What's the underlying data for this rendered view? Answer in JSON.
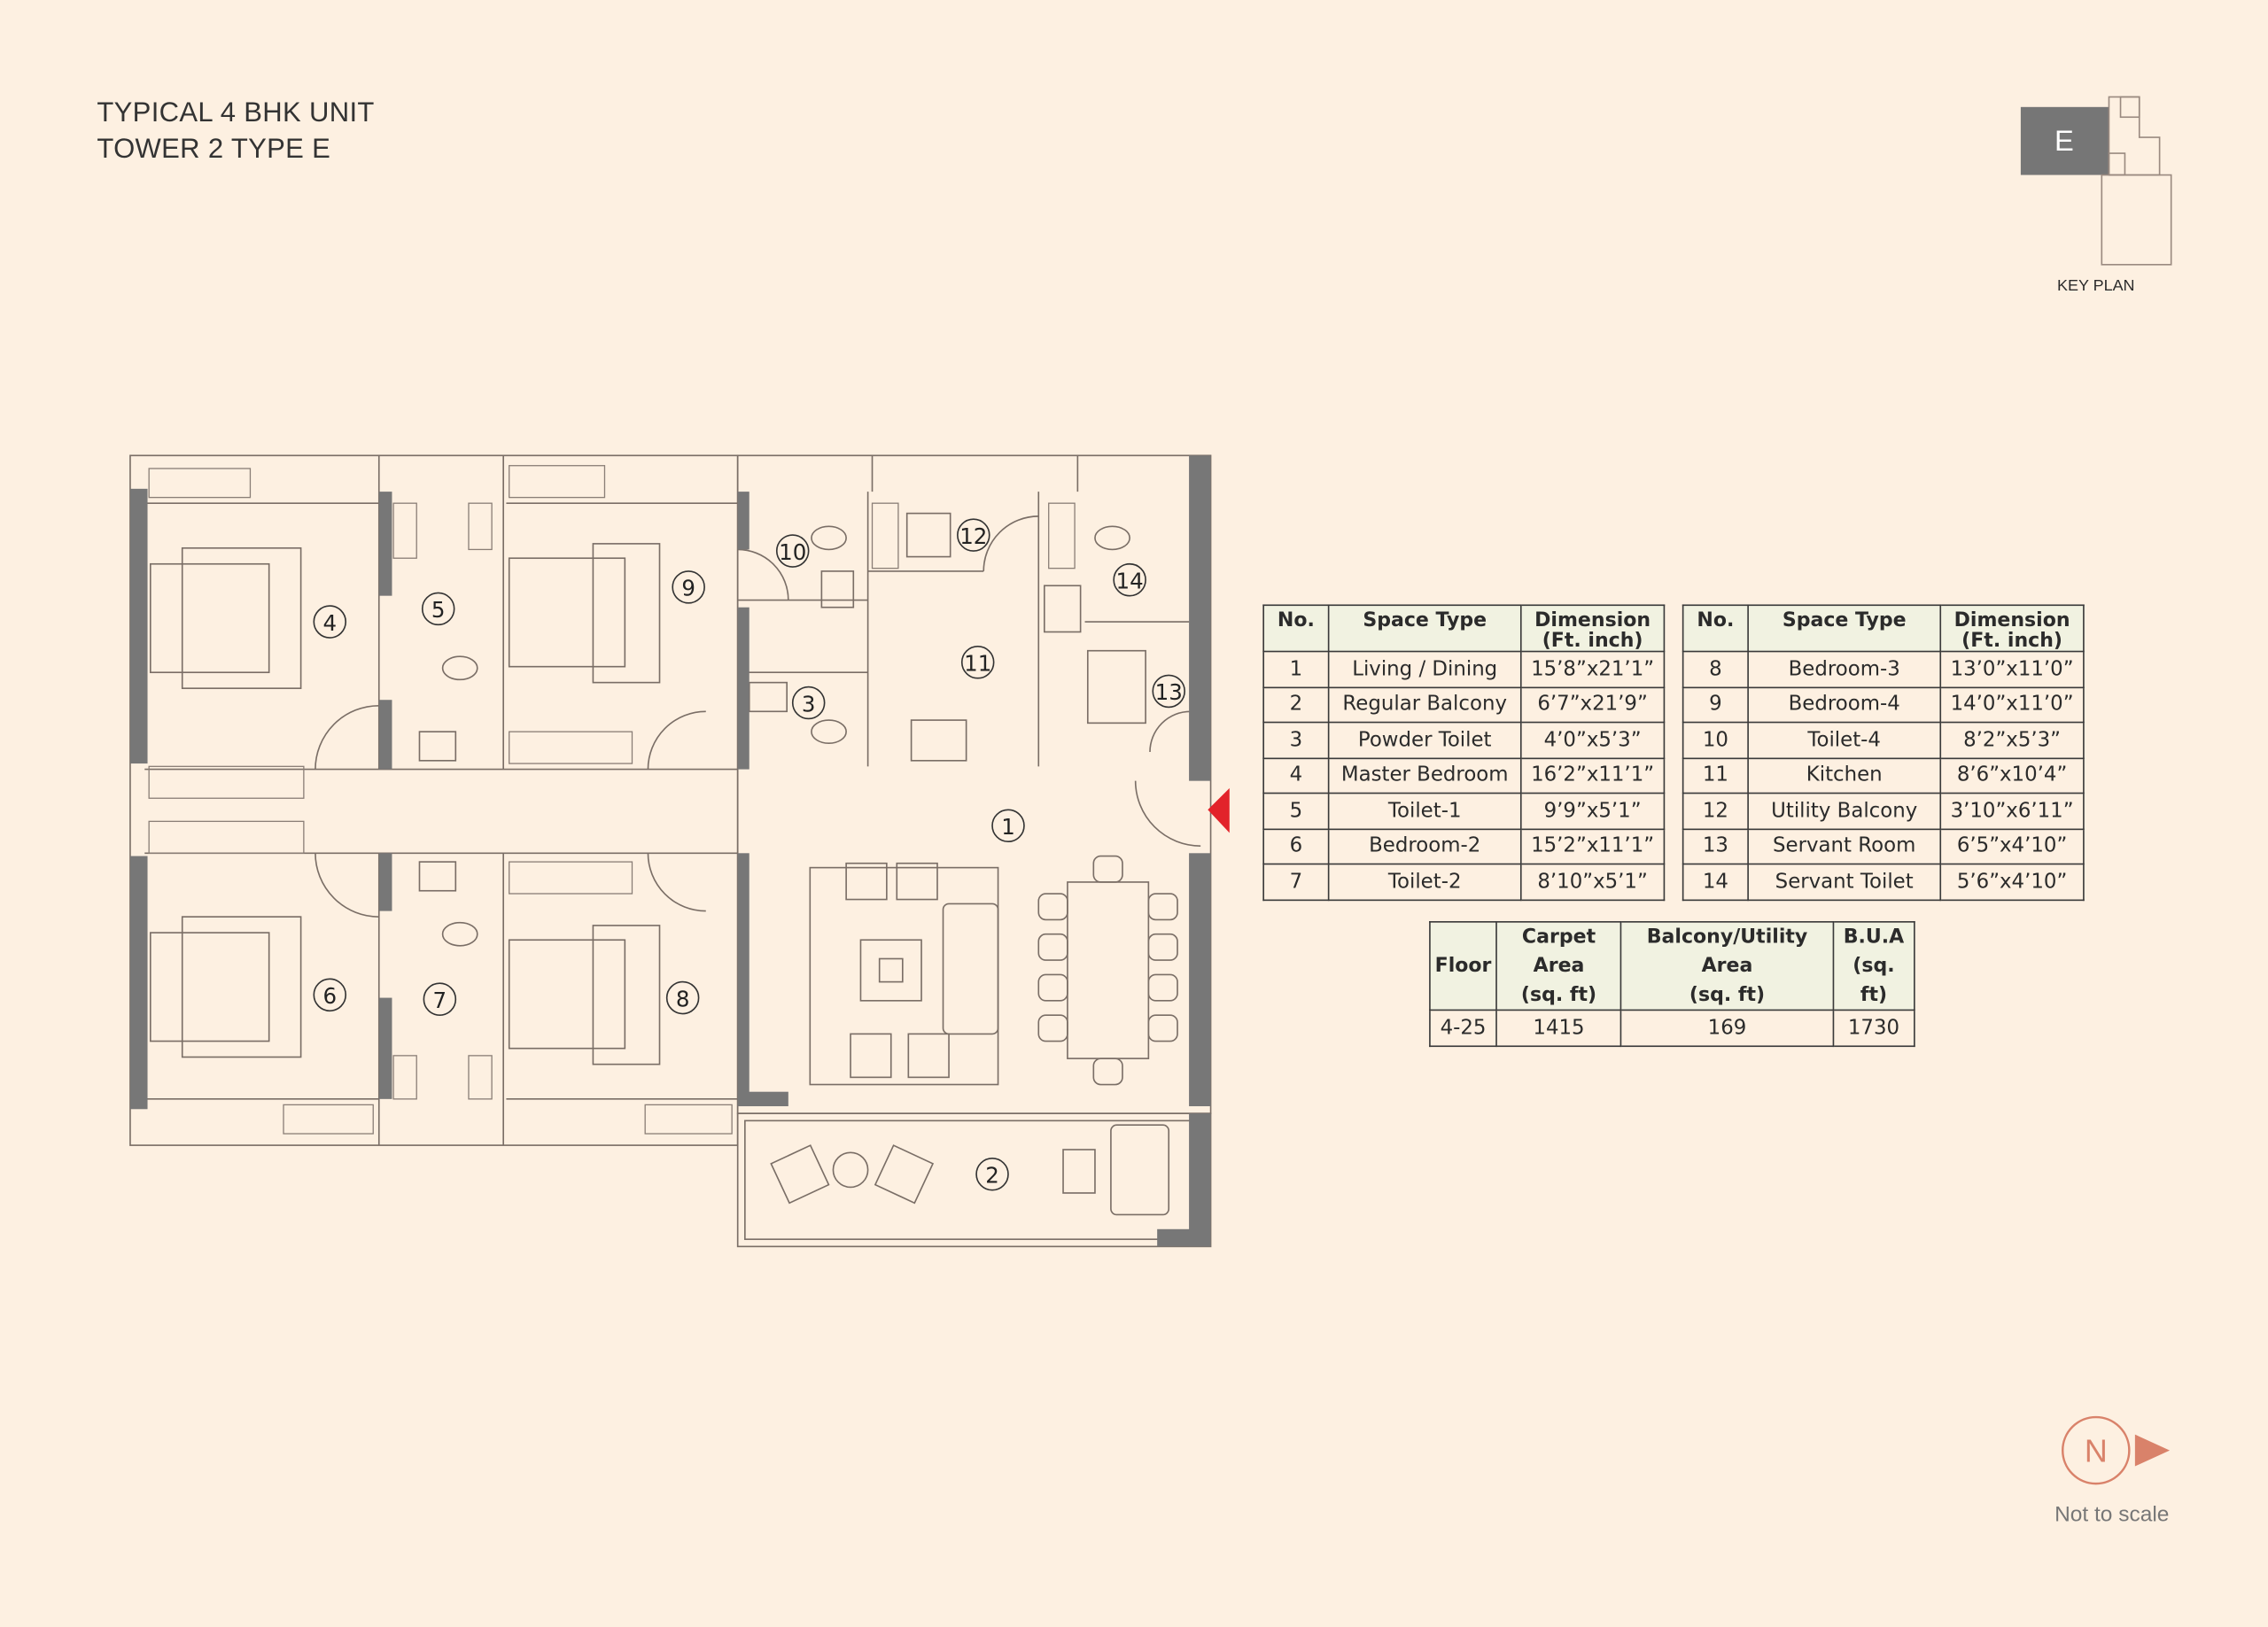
{
  "title": {
    "line1": "TYPICAL 4 BHK UNIT",
    "line2": "TOWER 2 TYPE E"
  },
  "key_plan": {
    "label": "KEY PLAN",
    "tower_letter": "E",
    "highlight_color": "#767676"
  },
  "plan_labels": [
    "1",
    "2",
    "3",
    "4",
    "5",
    "6",
    "7",
    "8",
    "9",
    "10",
    "11",
    "12",
    "13",
    "14"
  ],
  "entry_marker_color": "#e2232a",
  "space_table_headers": {
    "no": "No.",
    "space_type": "Space Type",
    "dimension_line1": "Dimension",
    "dimension_line2": "(Ft. inch)"
  },
  "spaces_left": [
    {
      "no": "1",
      "type": "Living / Dining",
      "dim": "15’8”x21’1”"
    },
    {
      "no": "2",
      "type": "Regular Balcony",
      "dim": "6’7”x21’9”"
    },
    {
      "no": "3",
      "type": "Powder Toilet",
      "dim": "4’0”x5’3”"
    },
    {
      "no": "4",
      "type": "Master Bedroom",
      "dim": "16’2”x11’1”"
    },
    {
      "no": "5",
      "type": "Toilet-1",
      "dim": "9’9”x5’1”"
    },
    {
      "no": "6",
      "type": "Bedroom-2",
      "dim": "15’2”x11’1”"
    },
    {
      "no": "7",
      "type": "Toilet-2",
      "dim": "8’10”x5’1”"
    }
  ],
  "spaces_right": [
    {
      "no": "8",
      "type": "Bedroom-3",
      "dim": "13’0”x11’0”"
    },
    {
      "no": "9",
      "type": "Bedroom-4",
      "dim": "14’0”x11’0”"
    },
    {
      "no": "10",
      "type": "Toilet-4",
      "dim": "8’2”x5’3”"
    },
    {
      "no": "11",
      "type": "Kitchen",
      "dim": "8’6”x10’4”"
    },
    {
      "no": "12",
      "type": "Utility Balcony",
      "dim": "3’10”x6’11”"
    },
    {
      "no": "13",
      "type": "Servant Room",
      "dim": "6’5”x4’10”"
    },
    {
      "no": "14",
      "type": "Servant Toilet",
      "dim": "5’6”x4’10”"
    }
  ],
  "area_table": {
    "headers": {
      "floor": "Floor",
      "carpet_1": "Carpet Area",
      "carpet_2": "(sq. ft)",
      "balcony_1": "Balcony/Utility Area",
      "balcony_2": "(sq. ft)",
      "bua_1": "B.U.A",
      "bua_2": "(sq. ft)"
    },
    "row": {
      "floor": "4-25",
      "carpet": "1415",
      "balcony": "169",
      "bua": "1730"
    }
  },
  "north": {
    "letter": "N",
    "color": "#d9826a",
    "note": "Not to scale"
  }
}
